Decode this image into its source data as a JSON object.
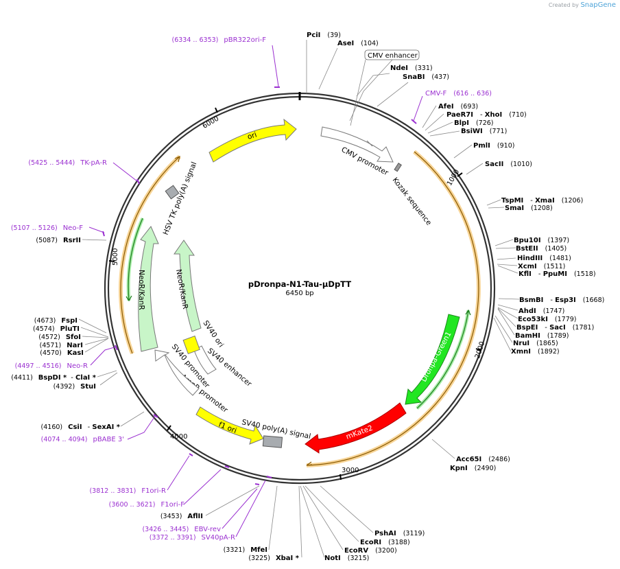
{
  "logo": {
    "prefix": "Created by",
    "name": "SnapGene"
  },
  "plasmid": {
    "name": "pDronpa-N1-Tau-μDpTT",
    "size": "6450 bp"
  },
  "ticks": [
    "1000",
    "2000",
    "3000",
    "4000",
    "5000",
    "6000"
  ],
  "enzymes": [
    {
      "id": "pcii",
      "name": "PciI",
      "pos": "(39)"
    },
    {
      "id": "asei",
      "name": "AseI",
      "pos": "(104)"
    },
    {
      "id": "ndei",
      "name": "NdeI",
      "pos": "(331)"
    },
    {
      "id": "snabi",
      "name": "SnaBI",
      "pos": "(437)"
    },
    {
      "id": "afei",
      "name": "AfeI",
      "pos": "(693)"
    },
    {
      "id": "paer7i",
      "name": "PaeR7I",
      "name2": "XhoI",
      "pos": "(710)"
    },
    {
      "id": "blpi",
      "name": "BlpI",
      "pos": "(726)"
    },
    {
      "id": "bsiwi",
      "name": "BsiWI",
      "pos": "(771)"
    },
    {
      "id": "pmli",
      "name": "PmlI",
      "pos": "(910)"
    },
    {
      "id": "sacii",
      "name": "SacII",
      "pos": "(1010)"
    },
    {
      "id": "tspmi",
      "name": "TspMI",
      "name2": "XmaI",
      "pos": "(1206)"
    },
    {
      "id": "smai",
      "name": "SmaI",
      "pos": "(1208)"
    },
    {
      "id": "bpu10i",
      "name": "Bpu10I",
      "pos": "(1397)"
    },
    {
      "id": "bsteii",
      "name": "BstEII",
      "pos": "(1405)"
    },
    {
      "id": "hindiii",
      "name": "HindIII",
      "pos": "(1481)"
    },
    {
      "id": "xcmi",
      "name": "XcmI",
      "pos": "(1511)"
    },
    {
      "id": "kfli",
      "name": "KflI",
      "name2": "PpuMI",
      "pos": "(1518)"
    },
    {
      "id": "bsmbi",
      "name": "BsmBI",
      "name2": "Esp3I",
      "pos": "(1668)"
    },
    {
      "id": "ahdi",
      "name": "AhdI",
      "pos": "(1747)"
    },
    {
      "id": "eco53ki",
      "name": "Eco53kI",
      "pos": "(1779)"
    },
    {
      "id": "bspei",
      "name": "BspEI",
      "name2": "SacI",
      "pos": "(1781)"
    },
    {
      "id": "bamhi",
      "name": "BamHI",
      "pos": "(1789)"
    },
    {
      "id": "nrui",
      "name": "NruI",
      "pos": "(1865)"
    },
    {
      "id": "xmni",
      "name": "XmnI",
      "pos": "(1892)"
    },
    {
      "id": "acc65i",
      "name": "Acc65I",
      "pos": "(2486)"
    },
    {
      "id": "kpni",
      "name": "KpnI",
      "pos": "(2490)"
    },
    {
      "id": "pshai",
      "name": "PshAI",
      "pos": "(3119)"
    },
    {
      "id": "ecori",
      "name": "EcoRI",
      "pos": "(3188)"
    },
    {
      "id": "ecorv",
      "name": "EcoRV",
      "pos": "(3200)"
    },
    {
      "id": "noti",
      "name": "NotI",
      "pos": "(3215)"
    },
    {
      "id": "xbai",
      "name": "XbaI *",
      "pos": "(3225)"
    },
    {
      "id": "mfei",
      "name": "MfeI",
      "pos": "(3321)"
    },
    {
      "id": "aflii",
      "name": "AflII",
      "pos": "(3453)"
    },
    {
      "id": "csii",
      "name": "CsiI",
      "name2": "SexAI *",
      "pos": "(4160)"
    },
    {
      "id": "stui",
      "name": "StuI",
      "pos": "(4392)"
    },
    {
      "id": "bspdi",
      "name": "BspDI *",
      "name2": "ClaI *",
      "pos": "(4411)"
    },
    {
      "id": "kasi",
      "name": "KasI",
      "pos": "(4570)"
    },
    {
      "id": "nari",
      "name": "NarI",
      "pos": "(4571)"
    },
    {
      "id": "sfoi",
      "name": "SfoI",
      "pos": "(4572)"
    },
    {
      "id": "pluti",
      "name": "PluTI",
      "pos": "(4574)"
    },
    {
      "id": "fspi",
      "name": "FspI",
      "pos": "(4673)"
    },
    {
      "id": "rsrii",
      "name": "RsrII",
      "pos": "(5087)"
    }
  ],
  "primers": [
    {
      "id": "pbr322ori-f",
      "name": "pBR322ori-F",
      "pos": "(6334 .. 6353)"
    },
    {
      "id": "cmv-f",
      "name": "CMV-F",
      "pos": "(616 .. 636)"
    },
    {
      "id": "tk-pa-r",
      "name": "TK-pA-R",
      "pos": "(5425 .. 5444)"
    },
    {
      "id": "neo-f",
      "name": "Neo-F",
      "pos": "(5107 .. 5126)"
    },
    {
      "id": "neo-r",
      "name": "Neo-R",
      "pos": "(4497 .. 4516)"
    },
    {
      "id": "pbabe-3",
      "name": "pBABE 3'",
      "pos": "(4074 .. 4094)"
    },
    {
      "id": "f1ori-r",
      "name": "F1ori-R",
      "pos": "(3812 .. 3831)"
    },
    {
      "id": "f1ori-f",
      "name": "F1ori-F",
      "pos": "(3600 .. 3621)"
    },
    {
      "id": "ebv-rev",
      "name": "EBV-rev",
      "pos": "(3426 .. 3445)"
    },
    {
      "id": "sv40pa-r",
      "name": "SV40pA-R",
      "pos": "(3372 .. 3391)"
    }
  ],
  "features": {
    "cmv_enhancer": "CMV enhancer",
    "cmv_promoter": "CMV promoter",
    "kozak": "Kozak sequence",
    "dronpa": "Dronpa-Green1",
    "mkate2": "mKate2",
    "sv40_polya": "SV40 poly(A) signal",
    "f1_ori": "f1 ori",
    "ampr_promoter": "AmpR promoter",
    "sv40_promoter": "SV40 promoter",
    "sv40_enhancer": "SV40 enhancer",
    "sv40_ori": "SV40 ori",
    "neokan_outer": "NeoR/KanR",
    "neokan_inner": "NeoR/KanR",
    "hsv_tk": "HSV TK poly(A) signal",
    "ori": "ori"
  },
  "colors": {
    "primer": "#9a2fd0",
    "ori": "#ffff00",
    "dronpa": "#22e622",
    "mkate2": "#ff0000",
    "neo": "#c8f5c8",
    "orf": "#f0b040"
  }
}
